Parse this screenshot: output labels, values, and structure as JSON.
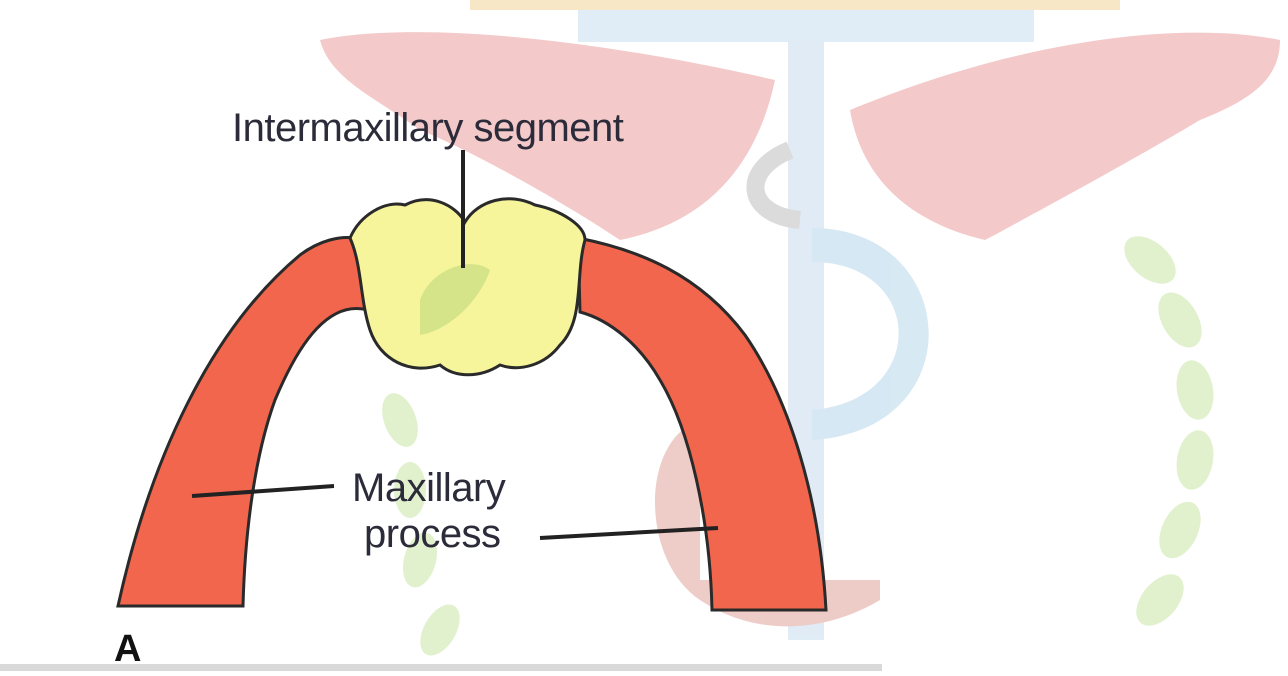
{
  "labels": {
    "intermaxillary": "Intermaxillary segment",
    "maxillary_line1": "Maxillary",
    "maxillary_line2": "process",
    "panel": "A"
  },
  "colors": {
    "maxillary_process": "#f2664e",
    "intermaxillary_segment": "#f7f79a",
    "watermark_wings": "#e89a9a",
    "watermark_laurel": "#c6e3a0",
    "watermark_staff": "#b9d9ef",
    "outline": "#2a2a2a"
  },
  "watermark": {
    "icons": [
      "wing-icon",
      "laurel-icon",
      "caduceus-staff-icon",
      "lamp-icon"
    ]
  }
}
